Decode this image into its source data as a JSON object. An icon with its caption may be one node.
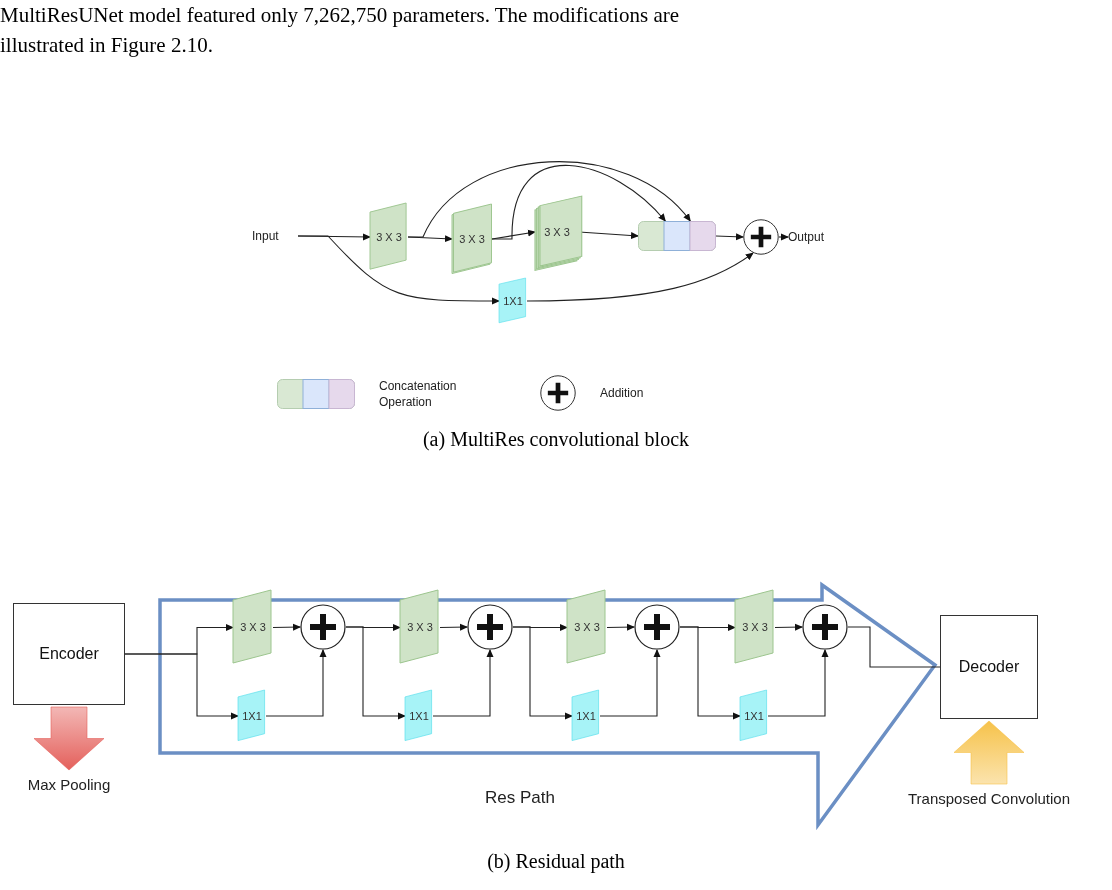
{
  "diagram": {
    "nodes": [
      {
        "text": [
          "Input"
        ]
      },
      {
        "text": [
          "3 X 3"
        ]
      },
      {
        "text": [
          "3 X 3"
        ]
      },
      {
        "text": [
          "3 X 3"
        ]
      },
      {
        "text": [],
        "shape": "box"
      },
      {
        "text": [],
        "shape": "circle"
      },
      {
        "text": [
          "Output"
        ]
      },
      {
        "text": [
          "1X1"
        ]
      },
      {
        "text": [
          "Encoder"
        ]
      },
      {
        "text": [
          "Res Path"
        ]
      },
      {
        "text": [
          "3 X 3"
        ],
        "in": 9
      },
      {
        "text": [],
        "shape": "circle",
        "in": 9
      },
      {
        "text": [
          "1X1"
        ],
        "in": 9
      },
      {
        "text": [
          "3 X 3"
        ],
        "in": 9
      },
      {
        "text": [],
        "shape": "circle",
        "in": 9
      },
      {
        "text": [
          "1X1"
        ],
        "in": 9
      },
      {
        "text": [
          "3 X 3"
        ],
        "in": 9
      },
      {
        "text": [],
        "shape": "circle",
        "in": 9
      },
      {
        "text": [
          "1X1"
        ],
        "in": 9
      },
      {
        "text": [
          "3 X 3"
        ],
        "in": 9
      },
      {
        "text": [],
        "shape": "circle",
        "in": 9
      },
      {
        "text": [
          "1X1"
        ],
        "in": 9
      },
      {
        "text": [
          "Decoder"
        ]
      },
      {
        "text": [
          "Max Pooling"
        ]
      },
      {
        "text": [
          "Transposed Convolution"
        ]
      }
    ],
    "edges": [
      {
        "from": 0,
        "to": 1,
        "arrow": "to"
      },
      {
        "from": 1,
        "to": 2,
        "arrow": "to"
      },
      {
        "from": 2,
        "to": 3,
        "arrow": "to"
      },
      {
        "from": 3,
        "to": 4,
        "arrow": "to"
      },
      {
        "from": 4,
        "to": 5,
        "arrow": "to"
      },
      {
        "from": 5,
        "to": 6,
        "arrow": "to"
      },
      {
        "from": 1,
        "to": 4,
        "arrow": "to"
      },
      {
        "from": 2,
        "to": 4,
        "arrow": "to"
      },
      {
        "from": 0,
        "to": 7,
        "arrow": "to"
      },
      {
        "from": 7,
        "to": 5,
        "arrow": "to"
      },
      {
        "from": 8,
        "to": 10,
        "arrow": "to"
      },
      {
        "from": 8,
        "to": 12,
        "arrow": "to"
      },
      {
        "from": 10,
        "to": 11,
        "arrow": "to"
      },
      {
        "from": 12,
        "to": 11,
        "arrow": "to"
      },
      {
        "from": 11,
        "to": 13,
        "arrow": "to"
      },
      {
        "from": 11,
        "to": 15,
        "arrow": "to"
      },
      {
        "from": 13,
        "to": 14,
        "arrow": "to"
      },
      {
        "from": 15,
        "to": 14,
        "arrow": "to"
      },
      {
        "from": 14,
        "to": 16,
        "arrow": "to"
      },
      {
        "from": 14,
        "to": 18,
        "arrow": "to"
      },
      {
        "from": 16,
        "to": 17,
        "arrow": "to"
      },
      {
        "from": 18,
        "to": 17,
        "arrow": "to"
      },
      {
        "from": 17,
        "to": 19,
        "arrow": "to"
      },
      {
        "from": 17,
        "to": 21,
        "arrow": "to"
      },
      {
        "from": 19,
        "to": 20,
        "arrow": "to"
      },
      {
        "from": 21,
        "to": 20,
        "arrow": "to"
      },
      {
        "from": 20,
        "to": 22,
        "arrow": "none"
      },
      {
        "from": 8,
        "to": 23,
        "arrow": "to",
        "style": "thick",
        "color": "#e4605b"
      },
      {
        "from": 24,
        "to": 22,
        "arrow": "to",
        "style": "thick",
        "color": "#f6c24a"
      }
    ],
    "labels": [
      "MultiResUNet model featured only 7,262,750 parameters. The modifications are",
      "illustrated in Figure 2.10.",
      "(a) MultiRes convolutional block",
      "(b) Residual path"
    ],
    "legend": [
      {
        "text": "Concatenation Operation"
      },
      {
        "text": "Addition"
      }
    ]
  }
}
